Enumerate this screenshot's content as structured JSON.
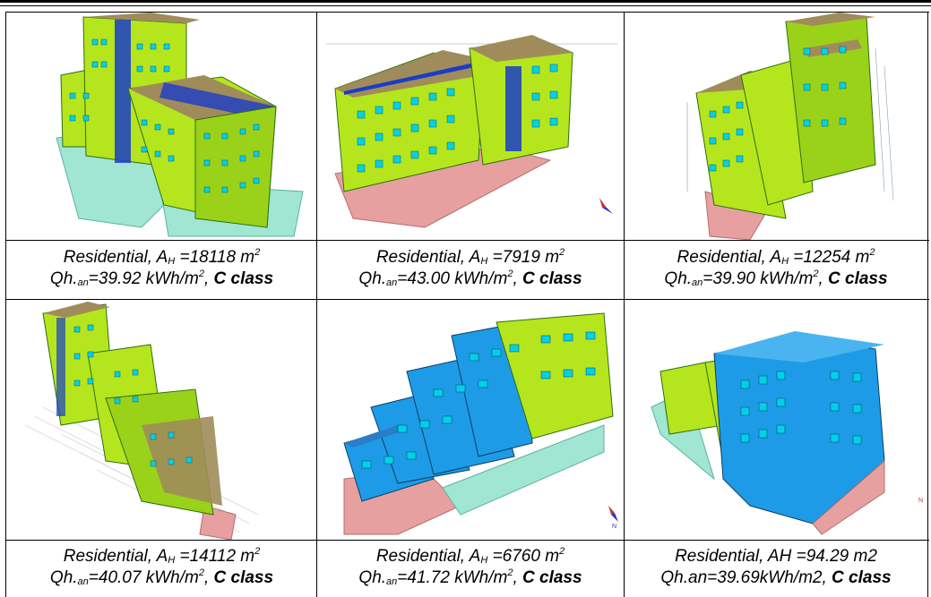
{
  "cells": [
    {
      "image_alt": "3D building energy model 1",
      "line1_pre": "Residential, A",
      "line1_sub": "H",
      "line1_val": " =18118 m",
      "line1_sup": "2",
      "line2_pre": "Qh.",
      "line2_sub": "an",
      "line2_val": "=39.92 kWh/m",
      "line2_sup": "2",
      "line2_sep": ", ",
      "class_label": "C class"
    },
    {
      "image_alt": "3D building energy model 2",
      "line1_pre": "Residential, A",
      "line1_sub": "H",
      "line1_val": " =7919 m",
      "line1_sup": "2",
      "line2_pre": "Qh.",
      "line2_sub": "an",
      "line2_val": "=43.00 kWh/m",
      "line2_sup": "2",
      "line2_sep": ", ",
      "class_label": "C class"
    },
    {
      "image_alt": "3D building energy model 3",
      "line1_pre": "Residential, A",
      "line1_sub": "H",
      "line1_val": " =12254 m",
      "line1_sup": "2",
      "line2_pre": "Qh.",
      "line2_sub": "an",
      "line2_val": "=39.90 kWh/m",
      "line2_sup": "2",
      "line2_sep": ", ",
      "class_label": "C class"
    },
    {
      "image_alt": "3D building energy model 4",
      "line1_pre": "Residential, A",
      "line1_sub": "H",
      "line1_val": " =14112 m",
      "line1_sup": "2",
      "line2_pre": "Qh.",
      "line2_sub": "an",
      "line2_val": "=40.07 kWh/m",
      "line2_sup": "2",
      "line2_sep": ", ",
      "class_label": "C class"
    },
    {
      "image_alt": "3D building energy model 5",
      "line1_pre": "Residential, A",
      "line1_sub": "H",
      "line1_val": " =6760 m",
      "line1_sup": "2",
      "line2_pre": "Qh.",
      "line2_sub": "an",
      "line2_val": "=41.72 kWh/m",
      "line2_sup": "2",
      "line2_sep": ", ",
      "class_label": "C class"
    },
    {
      "image_alt": "3D building energy model 6",
      "line1_plain": "Residential, AH =94.29 m2",
      "line2_plain": "Qh.an=39.69kWh/m2, ",
      "class_label": "C class"
    }
  ],
  "colors": {
    "wall_green": "#b5e61d",
    "window_cyan": "#00d2e6",
    "roof_brown": "#a08c5a",
    "stair_blue": "#1a3cc8",
    "ground_pink": "#e6a0a0",
    "ground_teal": "#a0e6d2",
    "facade_blue": "#1e9be6"
  },
  "compass_label": "N"
}
